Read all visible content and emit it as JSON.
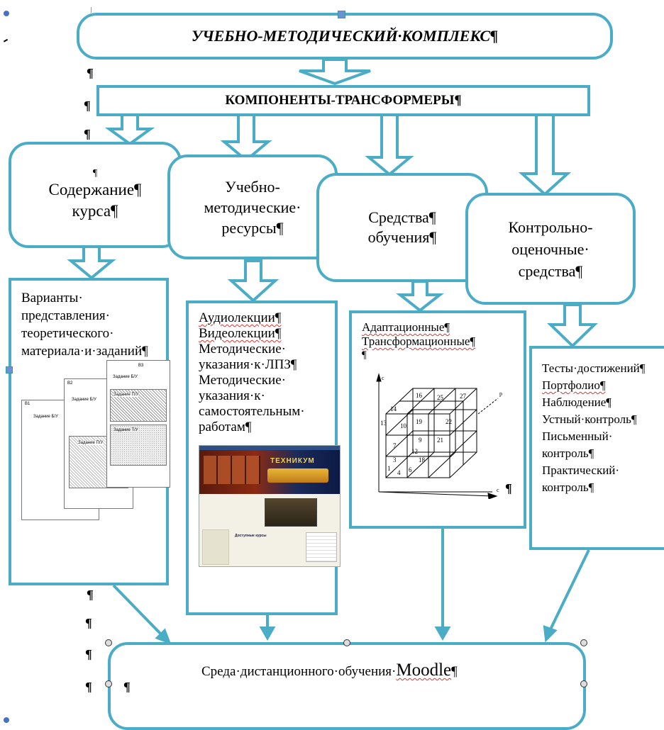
{
  "title": "УЧЕБНО-МЕТОДИЧЕСКИЙ·КОМПЛЕКС¶",
  "components": "КОМПОНЕНТЫ-ТРАНСФОРМЕРЫ¶",
  "categories": [
    {
      "id": "content",
      "lines": [
        "¶",
        "Содержание¶",
        "курса¶"
      ]
    },
    {
      "id": "resources",
      "lines": [
        "Учебно-",
        "методические·",
        "ресурсы¶"
      ]
    },
    {
      "id": "tools",
      "lines": [
        "Средства¶",
        "обучения¶"
      ]
    },
    {
      "id": "assessment",
      "lines": [
        "Контрольно-",
        "оценочные·",
        "средства¶"
      ]
    }
  ],
  "col1": {
    "lines": [
      "Варианты·",
      "представления·",
      "теоретического·",
      "материала·и·заданий¶"
    ],
    "pages": [
      {
        "label": "B1",
        "tasks": [
          "Задание Б/У"
        ]
      },
      {
        "label": "B2",
        "tasks": [
          "Задание Б/У",
          "Задание П/У"
        ]
      },
      {
        "label": "B3",
        "tasks": [
          "Задание Б/У",
          "Задание П/У",
          "Задание Т/У"
        ]
      }
    ]
  },
  "col2": {
    "lines": [
      "Аудиолекции¶",
      "Видеолекции¶",
      "Методические·",
      "указания·к·ЛПЗ¶",
      "Методические·",
      "указания·к·",
      "самостоятельным·",
      "работам¶"
    ],
    "screenshot_banner": "ТЕХНИКУМ",
    "screenshot_caption": "Доступные курсы"
  },
  "col3": {
    "lines": [
      "Адаптационные¶",
      "Трансформационные¶",
      "¶"
    ],
    "cube_numbers": [
      "16",
      "25",
      "27",
      "14",
      "13",
      "10",
      "19",
      "22",
      "7",
      "1",
      "4",
      "3",
      "12",
      "21",
      "18",
      "9",
      "6"
    ],
    "axis_labels": [
      "c",
      "p",
      "c"
    ],
    "after": "¶"
  },
  "col4": {
    "lines": [
      "Тесты·достижений¶",
      "Портфолио¶",
      "Наблюдение¶",
      "Устный·контроль¶",
      "Письменный·",
      "контроль¶",
      "Практический·",
      "контроль¶"
    ]
  },
  "moodle": {
    "prefix": "Среда·дистанционного·обучения·",
    "brand": "Moodle",
    "suffix": "¶",
    "second": "¶"
  },
  "colors": {
    "border": "#4bacc6",
    "handle": "#4472c4"
  }
}
